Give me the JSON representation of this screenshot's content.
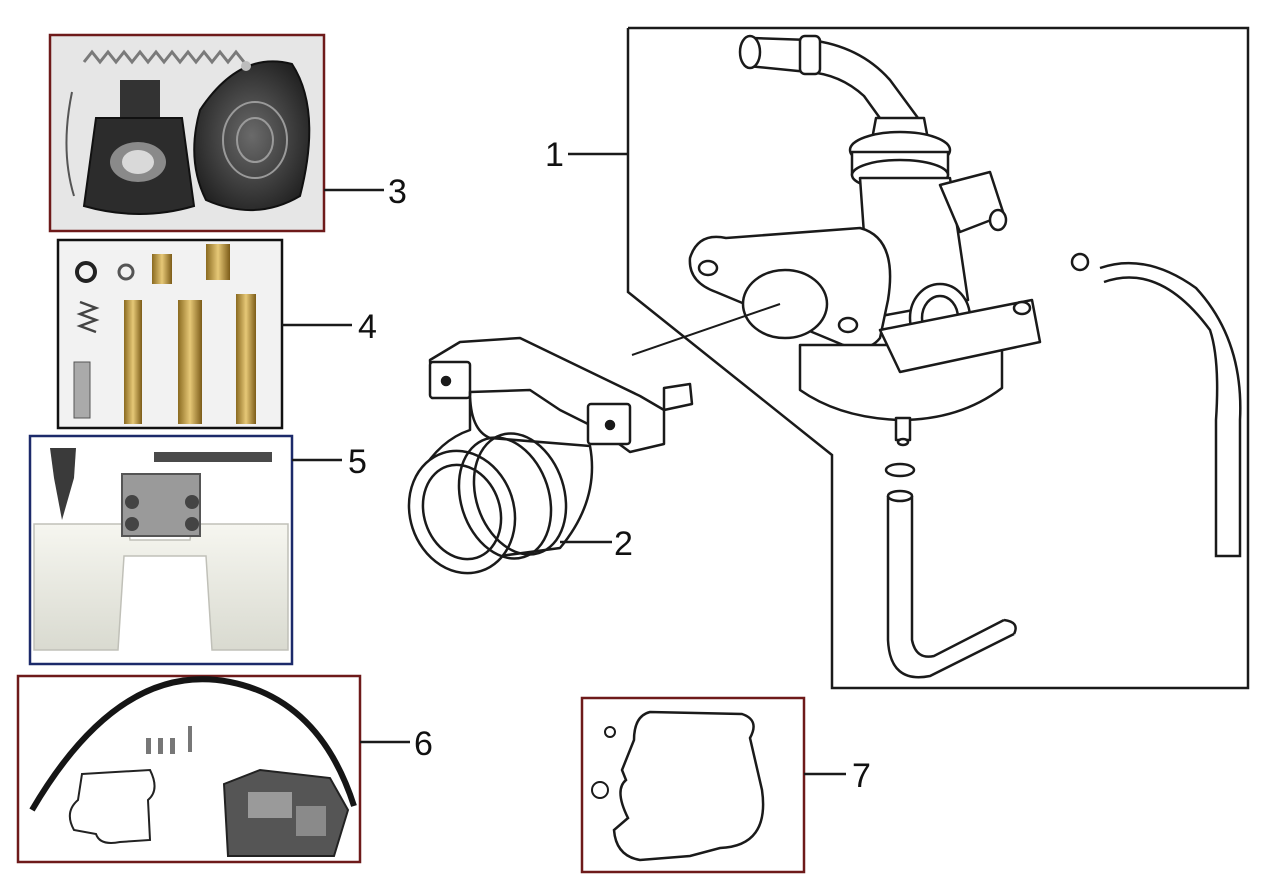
{
  "callouts": [
    {
      "id": "1",
      "label": "1"
    },
    {
      "id": "2",
      "label": "2"
    },
    {
      "id": "3",
      "label": "3"
    },
    {
      "id": "4",
      "label": "4"
    },
    {
      "id": "5",
      "label": "5"
    },
    {
      "id": "6",
      "label": "6"
    },
    {
      "id": "7",
      "label": "7"
    }
  ],
  "colors": {
    "line": "#1a1a1a",
    "frame_red": "#6e1a1a",
    "frame_dark": "#111111",
    "frame_blue": "#1c2a6a",
    "photo_dark": "#2c2c2c",
    "brass": "#c9a54a",
    "float_white": "#eeeee6"
  },
  "icons": [
    "carburetor-icon",
    "intake-manifold-icon",
    "fuel-hose-icon",
    "diaphragm-icon",
    "jet-needle-icon",
    "float-icon",
    "gasket-icon"
  ]
}
